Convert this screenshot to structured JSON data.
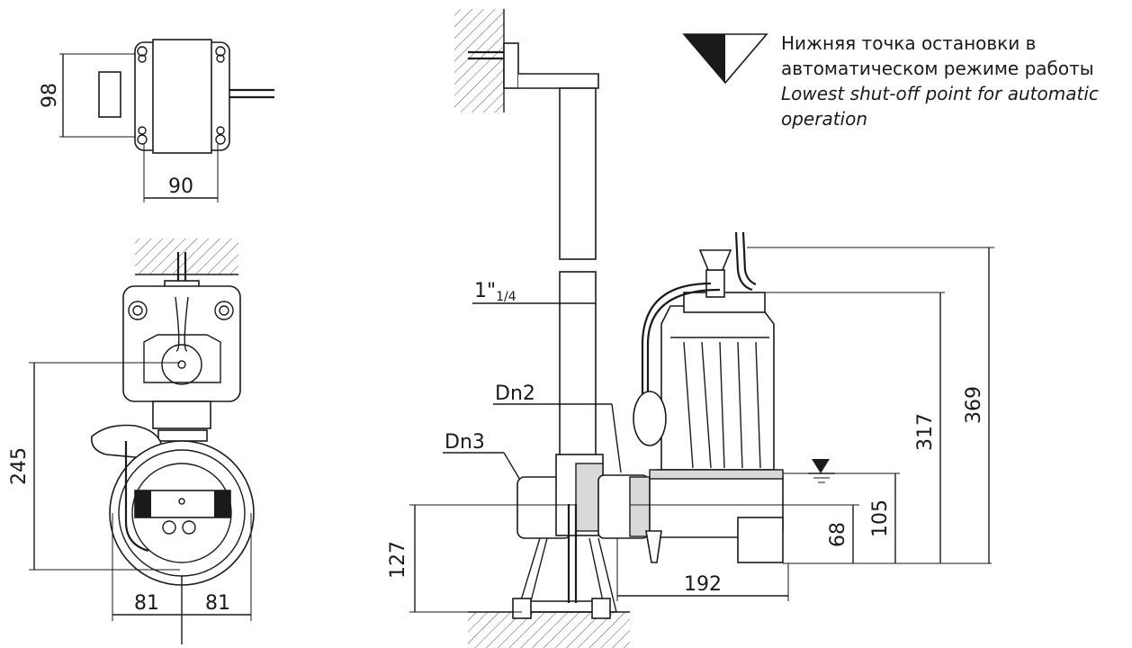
{
  "legend": {
    "line_ru_1": "Нижняя точка остановки в",
    "line_ru_2": "автоматическом режиме работы",
    "line_en_1": "Lowest shut-off point for automatic",
    "line_en_2": "operation"
  },
  "dimensions": {
    "top_height": "98",
    "top_width": "90",
    "front_height": "245",
    "front_left": "81",
    "front_right": "81",
    "pipe_size_main": "1\"",
    "pipe_size_sub": "1/4",
    "outlet_dn2": "Dn2",
    "outlet_dn3": "Dn3",
    "base_height": "127",
    "axis_height": "68",
    "shutoff_height": "105",
    "body_height": "317",
    "total_height": "369",
    "length": "192"
  },
  "icons": [
    "shutoff-level-triangle-icon",
    "water-level-icon",
    "wall-hatch-icon",
    "floor-hatch-icon"
  ]
}
